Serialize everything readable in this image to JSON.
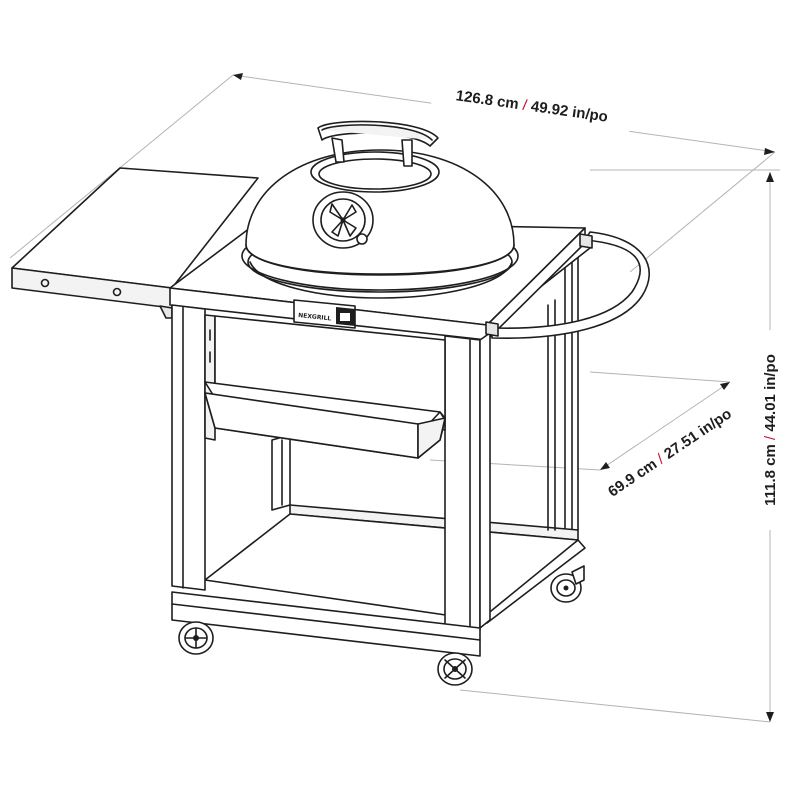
{
  "dimensions": {
    "width": {
      "metric": "126.8 cm",
      "separator": "/",
      "imperial": "49.92 in/po"
    },
    "depth": {
      "metric": "69.9 cm",
      "separator": "/",
      "imperial": "27.51 in/po"
    },
    "height": {
      "metric": "111.8 cm",
      "separator": "/",
      "imperial": "44.01 in/po"
    }
  },
  "logo": {
    "text": "NEXGRILL"
  },
  "colors": {
    "line": "#1e1e1e",
    "dimension_line": "#b4b4b4",
    "separator": "#c8102e",
    "background": "#ffffff"
  }
}
